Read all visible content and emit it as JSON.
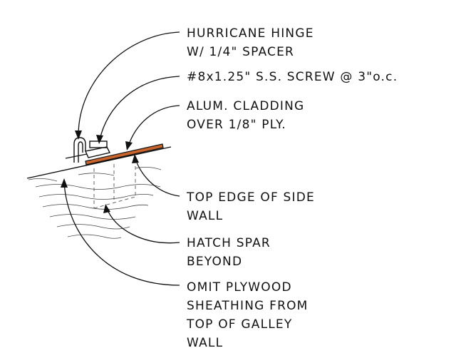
{
  "notes": {
    "hurricane_hinge": [
      "HURRICANE HINGE",
      "W/ 1/4\" SPACER"
    ],
    "screw": [
      "#8x1.25\" S.S. SCREW @ 3\"o.c."
    ],
    "cladding": [
      "ALUM. CLADDING",
      "OVER 1/8\" PLY."
    ],
    "top_edge": [
      "TOP EDGE OF SIDE",
      "WALL"
    ],
    "hatch_spar": [
      "HATCH SPAR",
      "BEYOND"
    ],
    "omit_plywood": [
      "OMIT PLYWOOD",
      "SHEATHING FROM",
      "TOP OF GALLEY",
      "WALL"
    ]
  },
  "colors": {
    "ink": "#111111",
    "cladding": "#c8642c",
    "background": "#ffffff"
  }
}
